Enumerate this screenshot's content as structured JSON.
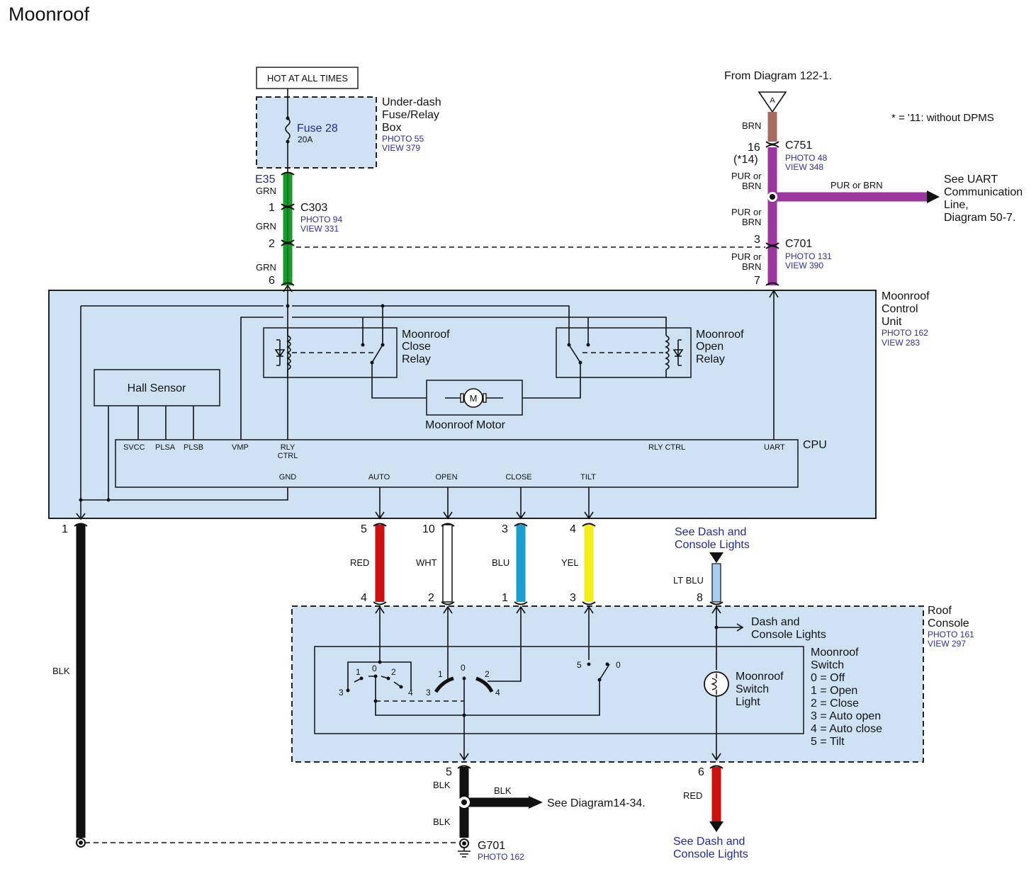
{
  "title": "Moonroof",
  "note": "* = '11: without DPMS",
  "hot_label": "HOT AT ALL TIMES",
  "fuse_box": {
    "fuse": "Fuse 28",
    "amp": "20A",
    "name_lines": [
      "Under-dash",
      "Fuse/Relay",
      "Box"
    ],
    "photo": "PHOTO 55",
    "view": "VIEW 379"
  },
  "e35": "E35",
  "c303": {
    "name": "C303",
    "photo": "PHOTO 94",
    "view": "VIEW 331",
    "pin_top": "1",
    "pin_bottom": "2"
  },
  "c751": {
    "name": "C751",
    "photo": "PHOTO 48",
    "view": "VIEW 348",
    "pin": "16",
    "pin_alt": "(*14)"
  },
  "c701": {
    "name": "C701",
    "photo": "PHOTO 131",
    "view": "VIEW 390",
    "pin_top": "3",
    "pin_bottom": "7"
  },
  "from_diagram": {
    "prefix": "From Diagram ",
    "link": "122-1",
    "suffix": ".",
    "connector": "A"
  },
  "uart_line": {
    "lines": [
      "See UART",
      "Communication",
      "Line,"
    ],
    "prefix": "Diagram ",
    "link": "50-7",
    "suffix": ".",
    "wire": "PUR or BRN"
  },
  "wire_colors": {
    "grn": "GRN",
    "brn": "BRN",
    "pur_or": "PUR or",
    "blk": "BLK",
    "red": "RED",
    "wht": "WHT",
    "blu": "BLU",
    "yel": "YEL",
    "ltblu": "LT BLU"
  },
  "control_unit": {
    "name_lines": [
      "Moonroof",
      "Control",
      "Unit"
    ],
    "photo": "PHOTO 162",
    "view": "VIEW 283",
    "pin_power": "6"
  },
  "hall_sensor": "Hall Sensor",
  "close_relay": [
    "Moonroof",
    "Close",
    "Relay"
  ],
  "open_relay": [
    "Moonroof",
    "Open",
    "Relay"
  ],
  "motor": {
    "label": "Moonroof Motor",
    "symbol": "M"
  },
  "cpu": {
    "name": "CPU",
    "top_pins": [
      "SVCC",
      "PLSA",
      "PLSB",
      "VMP",
      "RLY",
      "CTRL",
      "RLY CTRL",
      "UART"
    ],
    "bottom_pins": [
      "GND",
      "AUTO",
      "OPEN",
      "CLOSE",
      "TILT"
    ]
  },
  "mcu_pins": {
    "gnd": "1",
    "auto": "5",
    "open": "10",
    "close": "3",
    "tilt": "4"
  },
  "console_pins": {
    "auto": "4",
    "open": "2",
    "close": "1",
    "tilt": "3",
    "light_in": "8",
    "light_out": "6",
    "gnd": "5"
  },
  "see_dash_top": [
    "See Dash and",
    "Console Lights"
  ],
  "see_dash_bottom": [
    "See Dash and",
    "Console Lights"
  ],
  "dash_console": [
    "Dash and",
    "Console Lights"
  ],
  "roof_console": {
    "name_lines": [
      "Roof",
      "Console"
    ],
    "photo": "PHOTO 161",
    "view": "VIEW 297"
  },
  "moonroof_switch": {
    "title_lines": [
      "Moonroof",
      "Switch"
    ],
    "legend": [
      "0 = Off",
      "1 = Open",
      "2 = Close",
      "3 = Auto open",
      "4 = Auto close",
      "5 = Tilt"
    ],
    "positions": [
      "0",
      "1",
      "2",
      "3",
      "4",
      "5"
    ]
  },
  "switch_light": [
    "Moonroof",
    "Switch",
    "Light"
  ],
  "ground": {
    "name": "G701",
    "photo": "PHOTO 162",
    "see_prefix": "See Diagram",
    "see_link": "14-34",
    "see_suffix": "."
  }
}
